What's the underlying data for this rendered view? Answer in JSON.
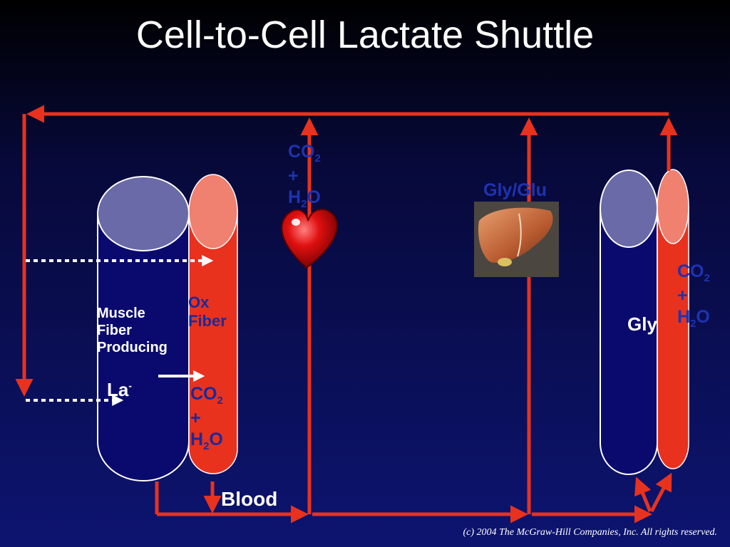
{
  "title": "Cell-to-Cell Lactate Shuttle",
  "labels": {
    "muscle_fiber_line1": "Muscle",
    "muscle_fiber_line2": "Fiber",
    "muscle_fiber_line3": "Producing",
    "lactate": "La",
    "lactate_sup": "-",
    "ox_fiber_line1": "Ox",
    "ox_fiber_line2": "Fiber",
    "co2_h2o_left": {
      "co": "CO",
      "co_sub": "2",
      "plus": "+",
      "h": "H",
      "h_sub": "2",
      "o": "O"
    },
    "co2_h2o_heart": {
      "co": "CO",
      "co_sub": "2",
      "plus": "+",
      "h": "H",
      "h_sub": "2",
      "o": "O"
    },
    "co2_h2o_right": {
      "co": "CO",
      "co_sub": "2",
      "plus": "+",
      "h": "H",
      "h_sub": "2",
      "o": "O"
    },
    "gly_glu": "Gly/Glu",
    "gly": "Gly",
    "blood": "Blood"
  },
  "copyright": "(c) 2004 The McGraw-Hill Companies, Inc. All rights reserved.",
  "colors": {
    "arrow_red": "#e8321e",
    "fiber_fill": "#0a0a6e",
    "cap_blue": "#6a6aa8",
    "ox_red": "#e8321e",
    "ox_cap": "#f08070",
    "heart": "#e01010"
  }
}
